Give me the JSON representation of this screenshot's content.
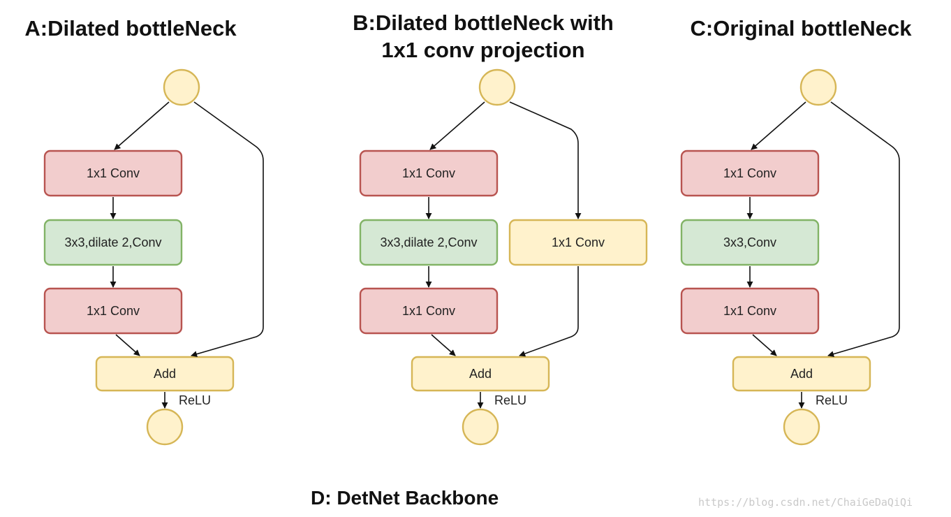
{
  "caption": "D: DetNet Backbone",
  "watermark": "https://blog.csdn.net/ChaiGeDaQiQi",
  "colors": {
    "conv_red_fill": "#f2cdcd",
    "conv_red_stroke": "#b85450",
    "conv_green_fill": "#d5e8d4",
    "conv_green_stroke": "#82b366",
    "yellow_fill": "#fff2cc",
    "yellow_stroke": "#d6b656"
  },
  "panels": [
    {
      "id": "a",
      "title_lines": [
        "A:Dilated bottleNeck"
      ],
      "main_path": [
        {
          "label": "1x1 Conv",
          "style": "red"
        },
        {
          "label": "3x3,dilate 2,Conv",
          "style": "green"
        },
        {
          "label": "1x1 Conv",
          "style": "red"
        }
      ],
      "shortcut": null,
      "add_label": "Add",
      "activation_label": "ReLU"
    },
    {
      "id": "b",
      "title_lines": [
        "B:Dilated bottleNeck with",
        "1x1 conv projection"
      ],
      "main_path": [
        {
          "label": "1x1 Conv",
          "style": "red"
        },
        {
          "label": "3x3,dilate 2,Conv",
          "style": "green"
        },
        {
          "label": "1x1 Conv",
          "style": "red"
        }
      ],
      "shortcut": {
        "label": "1x1 Conv",
        "style": "yellow"
      },
      "add_label": "Add",
      "activation_label": "ReLU"
    },
    {
      "id": "c",
      "title_lines": [
        "C:Original bottleNeck"
      ],
      "main_path": [
        {
          "label": "1x1 Conv",
          "style": "red"
        },
        {
          "label": "3x3,Conv",
          "style": "green"
        },
        {
          "label": "1x1 Conv",
          "style": "red"
        }
      ],
      "shortcut": null,
      "add_label": "Add",
      "activation_label": "ReLU"
    }
  ]
}
